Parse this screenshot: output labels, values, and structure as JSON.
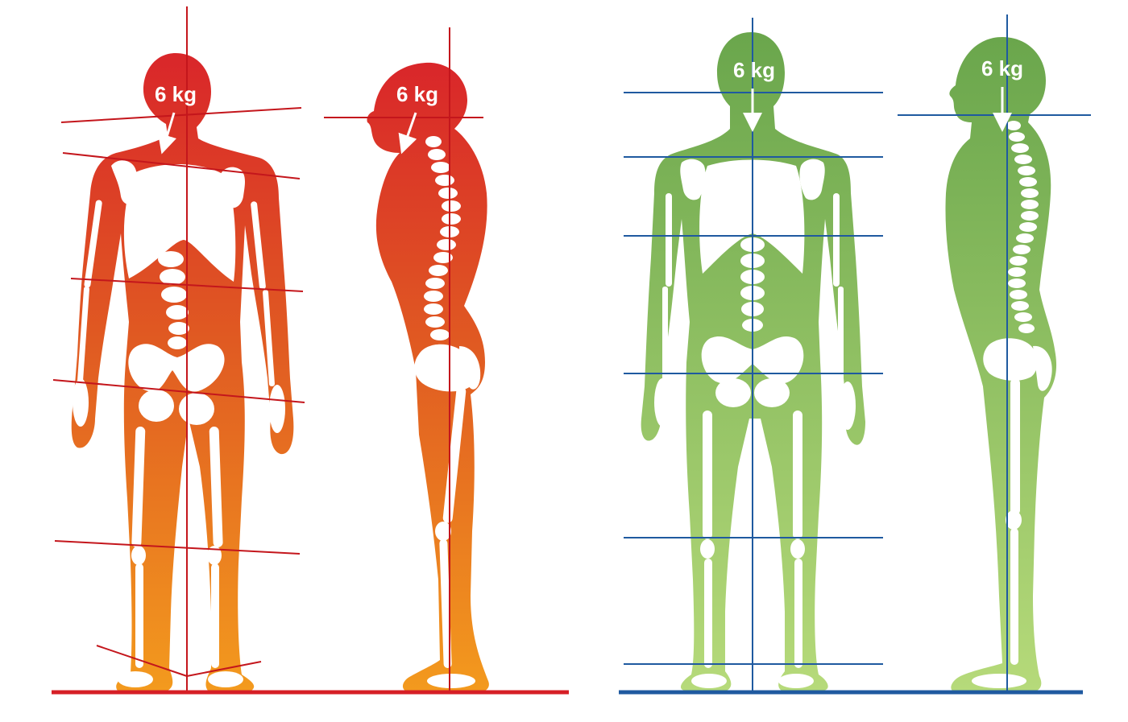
{
  "figures": [
    {
      "id": "bad-front",
      "view": "front",
      "posture": "poor",
      "label": "6 kg"
    },
    {
      "id": "bad-side",
      "view": "side",
      "posture": "poor",
      "label": "6 kg"
    },
    {
      "id": "good-front",
      "view": "front",
      "posture": "good",
      "label": "6 kg"
    },
    {
      "id": "good-side",
      "view": "side",
      "posture": "good",
      "label": "6 kg"
    }
  ],
  "colors": {
    "poor_top": "#d9262a",
    "poor_mid": "#e05a22",
    "poor_bottom": "#f2921e",
    "poor_line": "#c4161c",
    "good_top": "#6ea84e",
    "good_bottom": "#b4d878",
    "good_line": "#1f5aa0",
    "arrow": "#ffffff",
    "bone": "#ffffff"
  }
}
